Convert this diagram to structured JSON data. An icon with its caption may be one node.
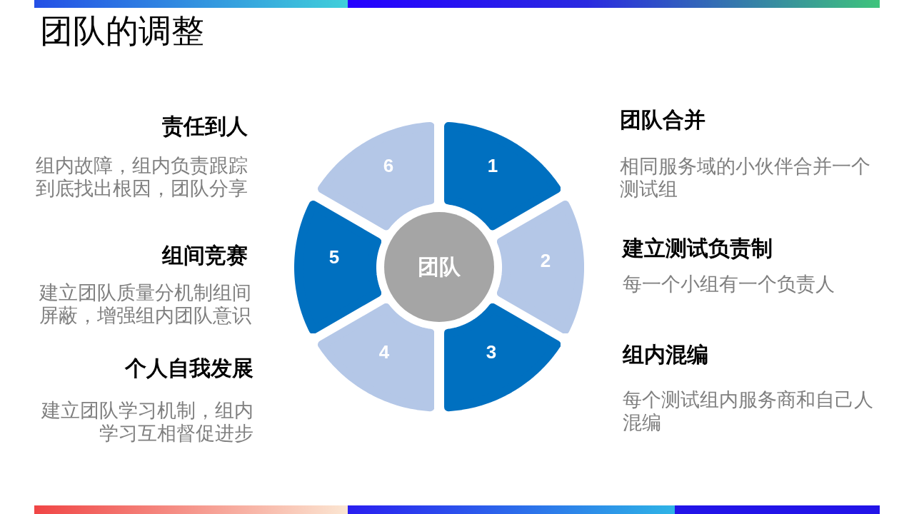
{
  "diagram": {
    "title": "团队的调整",
    "nodes": [
      {
        "text": [
          "团队"
        ]
      },
      {
        "text": [
          "1"
        ],
        "beside": [
          "团队合并",
          "相同服务域的小伙伴合并一个测试组"
        ]
      },
      {
        "text": [
          "2"
        ],
        "beside": [
          "建立测试负责制",
          "每一个小组有一个负责人"
        ]
      },
      {
        "text": [
          "3"
        ],
        "beside": [
          "组内混编",
          "每个测试组内服务商和自己人混编"
        ]
      },
      {
        "text": [
          "4"
        ],
        "beside": [
          "个人自我发展",
          "建立团队学习机制，组内学习互相督促进步"
        ]
      },
      {
        "text": [
          "5"
        ],
        "beside": [
          "组间竞赛",
          "建立团队质量分机制组间屏蔽，增强组内团队意识"
        ]
      },
      {
        "text": [
          "6"
        ],
        "beside": [
          "责任到人",
          "组内故障，组内负责跟踪到底找出根因，团队分享"
        ]
      }
    ]
  }
}
